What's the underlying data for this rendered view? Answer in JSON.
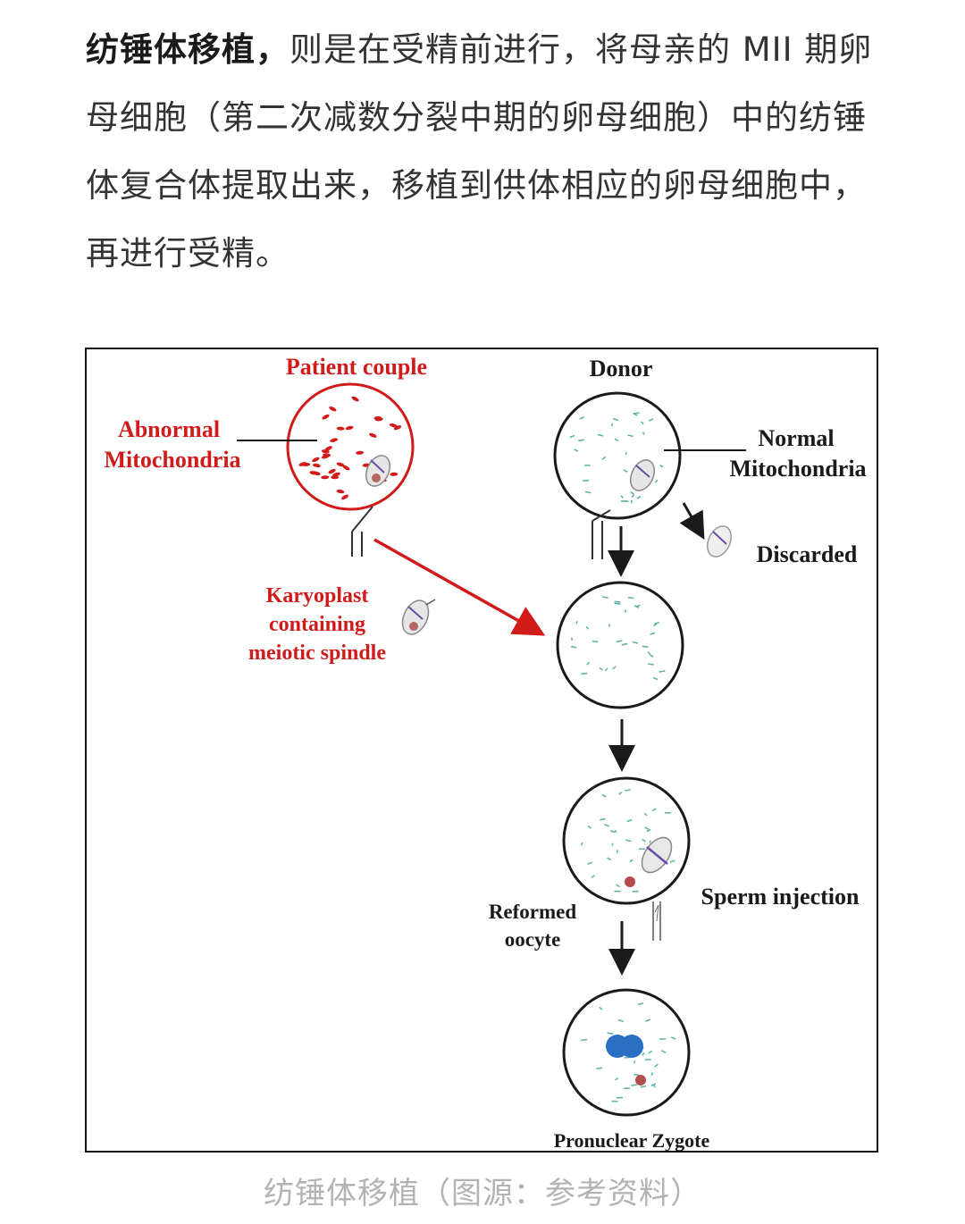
{
  "paragraph": {
    "bold_lead": "纺锤体移植，",
    "rest": "则是在受精前进行，将母亲的 MII 期卵母细胞（第二次减数分裂中期的卵母细胞）中的纺锤体复合体提取出来，移植到供体相应的卵母细胞中，再进行受精。"
  },
  "diagram": {
    "patient_label": "Patient couple",
    "abnormal_line1": "Abnormal",
    "abnormal_line2": "Mitochondria",
    "donor_label": "Donor",
    "normal_line1": "Normal",
    "normal_line2": "Mitochondria",
    "discarded_label": "Discarded",
    "karyo_line1": "Karyoplast",
    "karyo_line2": "containing",
    "karyo_line3": "meiotic spindle",
    "sperm_label": "Sperm injection",
    "reformed_line1": "Reformed",
    "reformed_line2": "oocyte",
    "zygote_label": "Pronuclear Zygote",
    "colors": {
      "patient_red": "#d11a1a",
      "donor_mito": "#5fb3a8",
      "pronucleus_blue": "#2a6fc4",
      "outline": "#1a1a1a"
    }
  },
  "caption": "纺锤体移植（图源：参考资料）"
}
